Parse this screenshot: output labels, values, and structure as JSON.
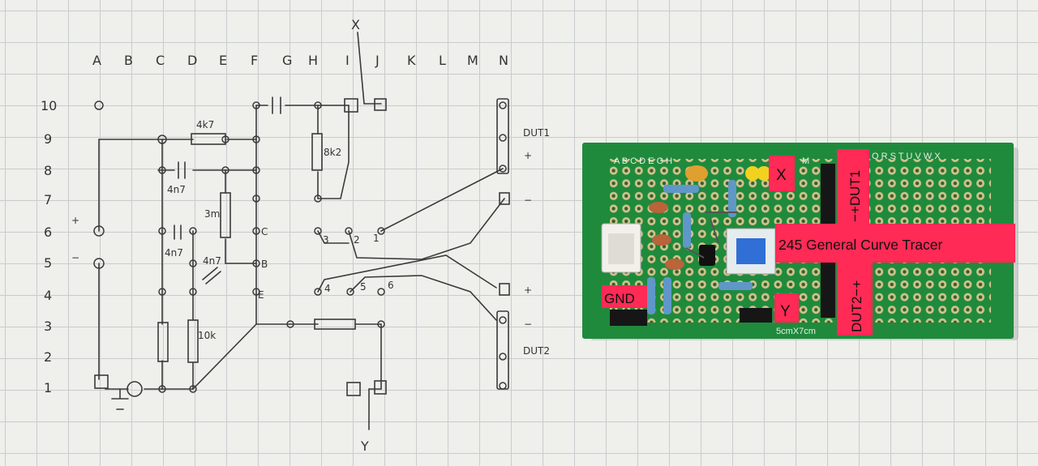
{
  "schematic": {
    "column_labels": [
      "A",
      "B",
      "C",
      "D",
      "E",
      "F",
      "G",
      "H",
      "I",
      "J",
      "K",
      "L",
      "M",
      "N"
    ],
    "row_labels": [
      "10",
      "9",
      "8",
      "7",
      "6",
      "5",
      "4",
      "3",
      "2",
      "1"
    ],
    "probe_x": "X",
    "probe_y": "Y",
    "resistors": {
      "r_4k7": "4k7",
      "r_8k2": "8k2",
      "r_3m": "3m",
      "r_10k": "10k"
    },
    "capacitors": {
      "c1": "4n7",
      "c2": "4n7",
      "c3": "4n7"
    },
    "nodes": {
      "c": "C",
      "b": "B",
      "e": "E"
    },
    "pin_numbers": [
      "3",
      "2",
      "1",
      "4",
      "5",
      "6"
    ],
    "dut1": "DUT1",
    "dut2": "DUT2",
    "plus": "+",
    "minus": "−"
  },
  "board": {
    "title": "245 General Curve Tracer",
    "x_label": "X",
    "y_label": "Y",
    "gnd_label": "GND",
    "dut1_label": "−+DUT1",
    "dut2_label": "DUT2−+",
    "column_letters": "A B C D E   G H",
    "column_letters_right": "M",
    "column_letters_far": "O R S T U V W X",
    "size_text": "5cmX7cm",
    "colors": {
      "board": "#1f8a3c",
      "label_bg": "#ff2a55",
      "copper": "#c9b27a",
      "switch": "#2f6fd6"
    }
  }
}
